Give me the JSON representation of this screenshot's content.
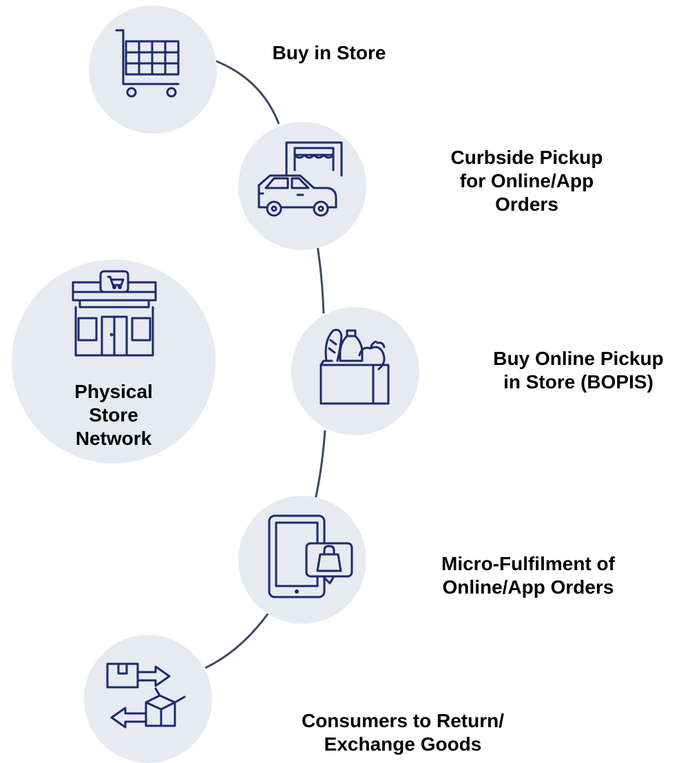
{
  "colors": {
    "circle_fill": "#e7eaf0",
    "connector": "#3e4a63",
    "icon_stroke": "#1b2a6b",
    "text": "#000000"
  },
  "hub": {
    "icon": "storefront-icon",
    "label_lines": [
      "Physical",
      "Store",
      "Network"
    ]
  },
  "steps": [
    {
      "icon": "shopping-cart-icon",
      "label_lines": [
        "Buy in Store"
      ]
    },
    {
      "icon": "car-at-store-icon",
      "label_lines": [
        "Curbside Pickup",
        "for Online/App",
        "Orders"
      ]
    },
    {
      "icon": "grocery-bag-icon",
      "label_lines": [
        "Buy Online Pickup",
        "in Store (BOPIS)"
      ]
    },
    {
      "icon": "tablet-shopping-bag-icon",
      "label_lines": [
        "Micro-Fulfilment of",
        "Online/App Orders"
      ]
    },
    {
      "icon": "return-exchange-icon",
      "label_lines": [
        "Consumers to Return/",
        "Exchange Goods"
      ]
    }
  ]
}
